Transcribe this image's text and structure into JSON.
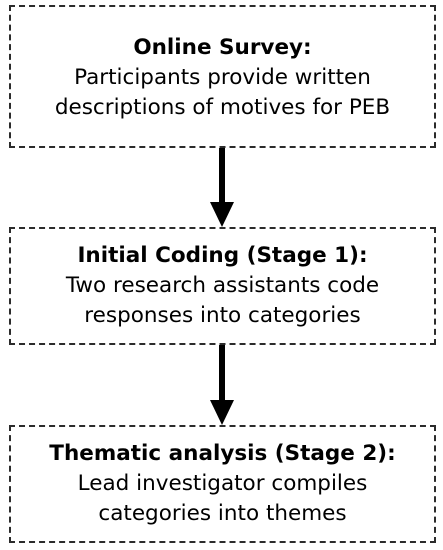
{
  "diagram": {
    "steps": [
      {
        "title": "Online Survey:",
        "lines": [
          "Participants provide written",
          "descriptions of motives for PEB"
        ]
      },
      {
        "title": "Initial Coding (Stage 1):",
        "lines": [
          "Two research assistants code",
          "responses into categories"
        ]
      },
      {
        "title": "Thematic analysis (Stage 2):",
        "lines": [
          "Lead investigator compiles",
          "categories into themes"
        ]
      }
    ],
    "colors": {
      "border": "#2b2b2b",
      "arrow": "#000000",
      "text": "#000000",
      "background": "#ffffff"
    }
  }
}
